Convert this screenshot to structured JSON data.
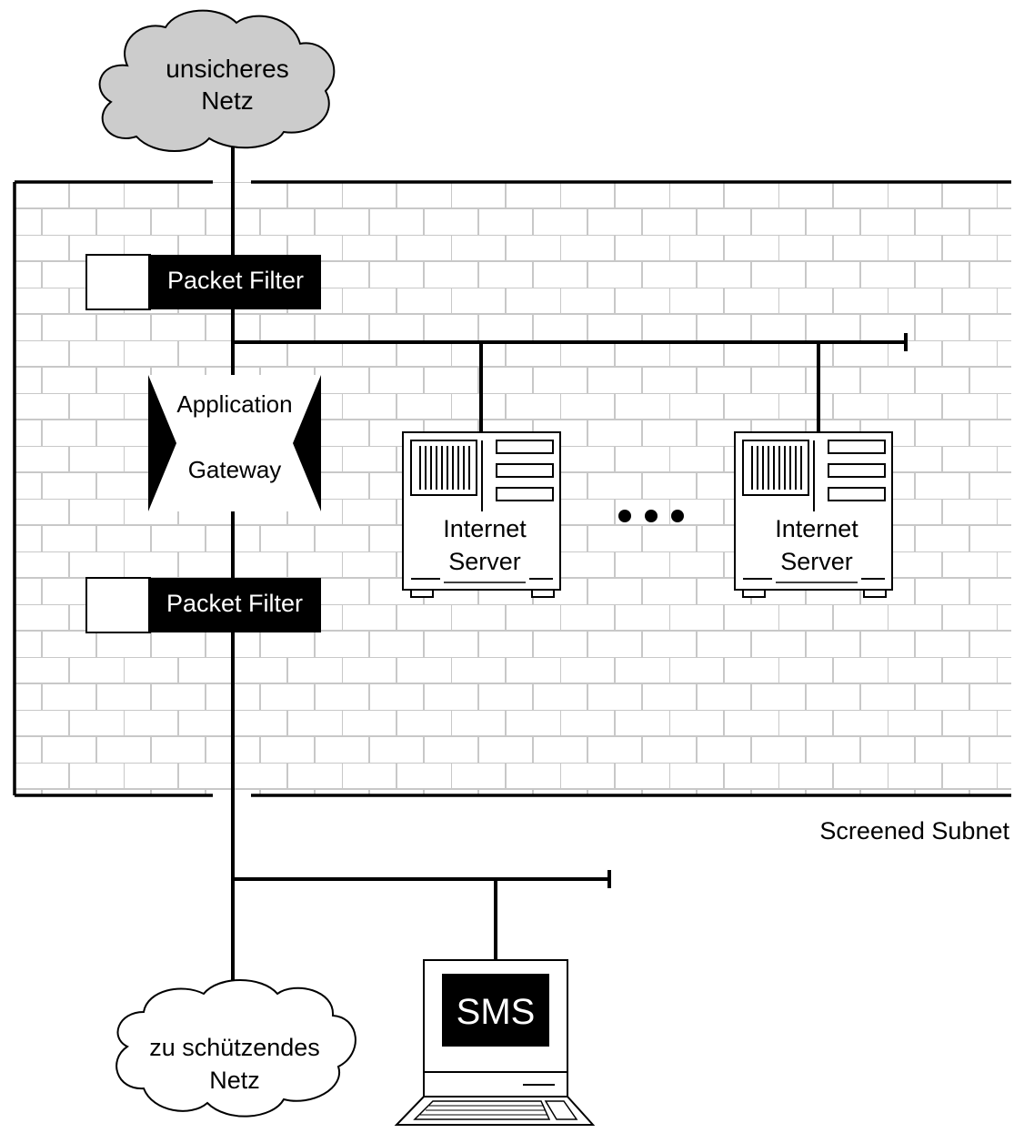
{
  "clouds": {
    "top": {
      "line1": "unsicheres",
      "line2": "Netz"
    },
    "bottom": {
      "line1": "zu schützendes",
      "line2": "Netz"
    }
  },
  "subnet": {
    "label": "Screened Subnet"
  },
  "packet_filter_top": {
    "label": "Packet Filter"
  },
  "packet_filter_bottom": {
    "label": "Packet Filter"
  },
  "gateway": {
    "line1": "Application",
    "line2": "Gateway"
  },
  "servers": [
    {
      "line1": "Internet",
      "line2": "Server"
    },
    {
      "line1": "Internet",
      "line2": "Server"
    }
  ],
  "sms": {
    "label": "SMS"
  },
  "colors": {
    "cloud_fill": "#cccccc",
    "brick_line": "#c8c8c8",
    "stroke": "#000000"
  }
}
